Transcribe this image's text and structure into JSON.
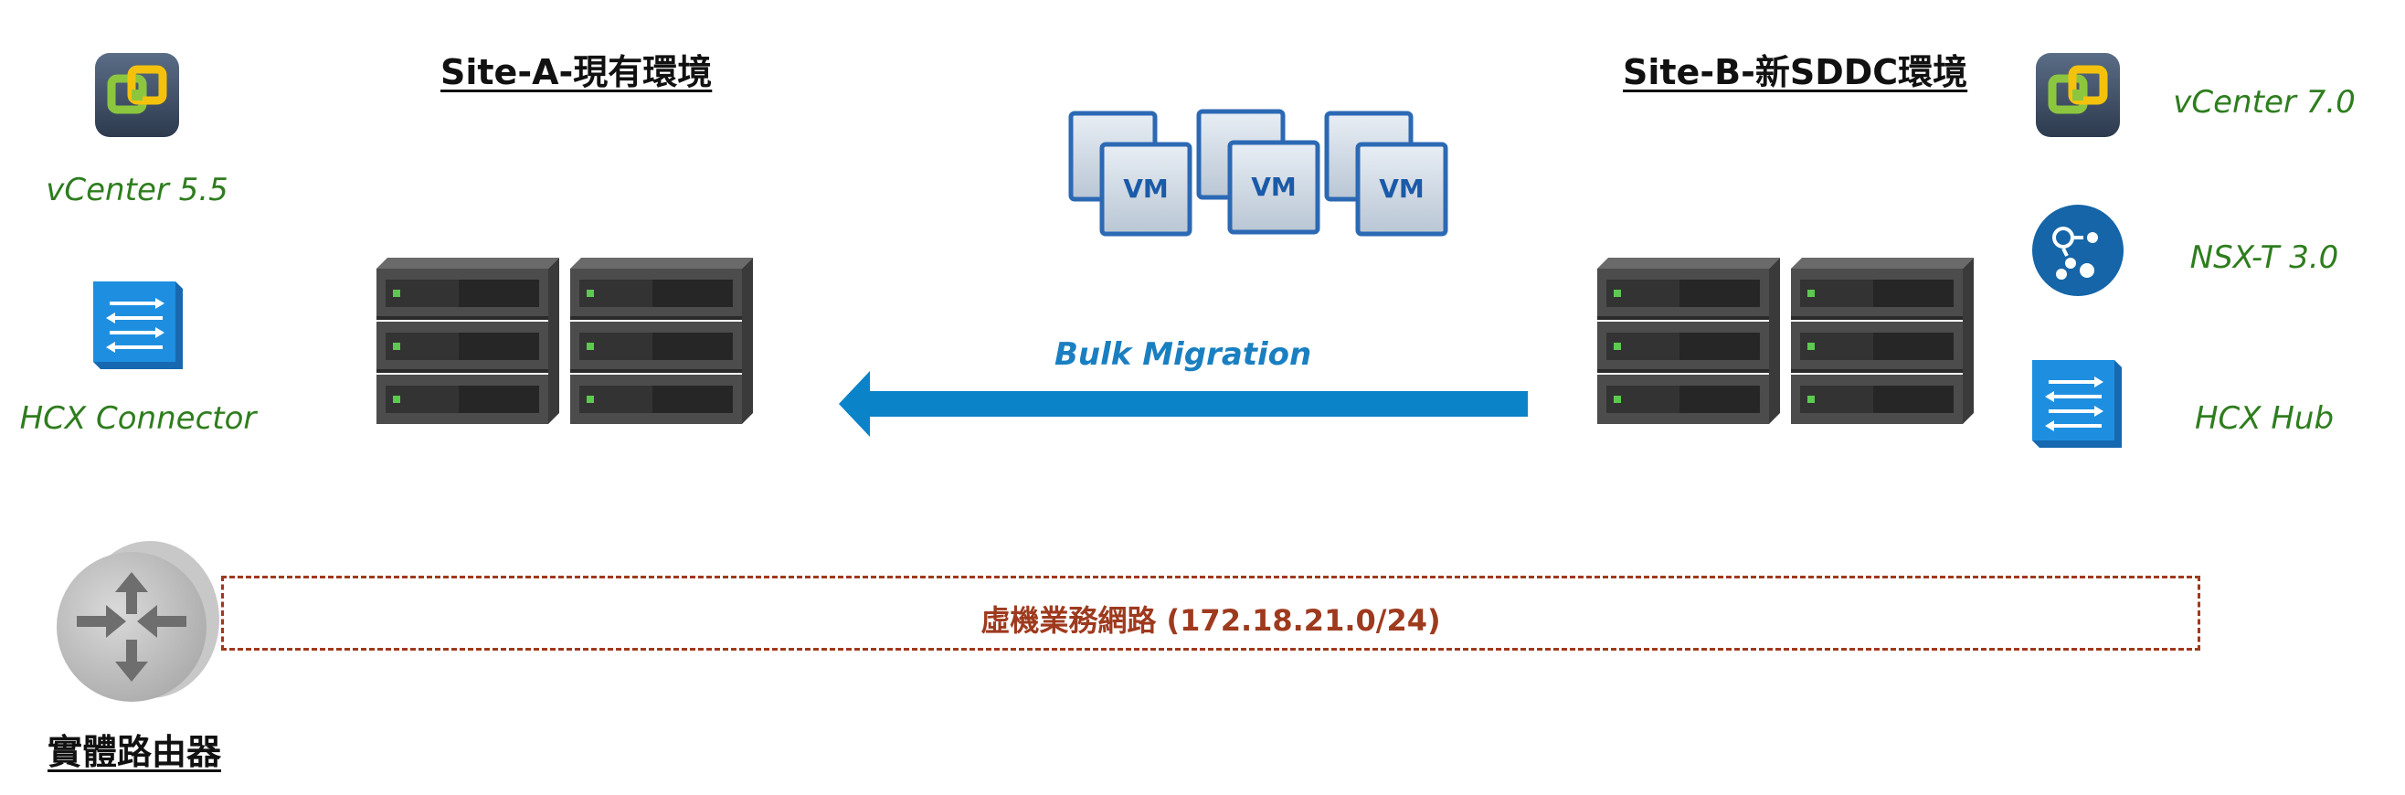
{
  "site_a": {
    "title": "Site-A-現有環境",
    "vcenter_label": "vCenter 5.5",
    "hcx_label": "HCX Connector",
    "vcenter_icon": "vcenter-icon",
    "hcx_icon": "hcx-connector-icon"
  },
  "site_b": {
    "title": "Site-B-新SDDC環境",
    "vcenter_label": "vCenter 7.0",
    "nsx_label": "NSX-T 3.0",
    "hcx_label": "HCX Hub",
    "vcenter_icon": "vcenter-icon",
    "nsx_icon": "nsx-icon",
    "hcx_icon": "hcx-hub-icon"
  },
  "vms": [
    "VM",
    "VM",
    "VM"
  ],
  "migration": {
    "label": "Bulk Migration",
    "direction": "right-to-left",
    "color": "#0a83c9"
  },
  "network": {
    "label": "虛機業務網路 (172.18.21.0/24)",
    "border_color": "#a0391c"
  },
  "router": {
    "label": "實體路由器",
    "icon": "router-icon"
  },
  "colors": {
    "label_green": "#2e7d1e",
    "hcx_blue": "#1e88d6",
    "nsx_blue": "#1565a8"
  }
}
